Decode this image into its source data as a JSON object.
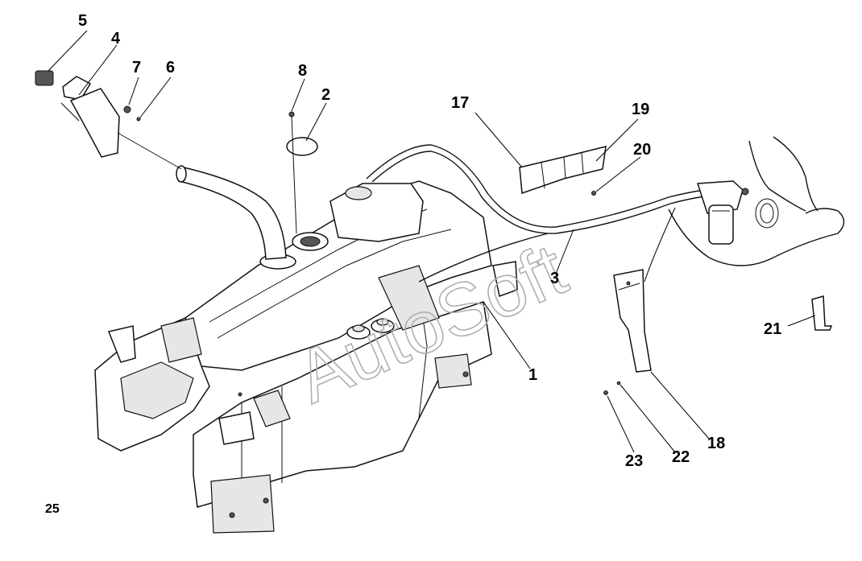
{
  "watermark": "AutoSoft",
  "page_number": "25",
  "callouts": [
    {
      "id": "c1",
      "label": "1"
    },
    {
      "id": "c2",
      "label": "2"
    },
    {
      "id": "c3",
      "label": "3"
    },
    {
      "id": "c4",
      "label": "4"
    },
    {
      "id": "c5",
      "label": "5"
    },
    {
      "id": "c6",
      "label": "6"
    },
    {
      "id": "c7",
      "label": "7"
    },
    {
      "id": "c8",
      "label": "8"
    },
    {
      "id": "c17",
      "label": "17"
    },
    {
      "id": "c18",
      "label": "18"
    },
    {
      "id": "c19",
      "label": "19"
    },
    {
      "id": "c20",
      "label": "20"
    },
    {
      "id": "c21",
      "label": "21"
    },
    {
      "id": "c22",
      "label": "22"
    },
    {
      "id": "c23",
      "label": "23"
    }
  ]
}
